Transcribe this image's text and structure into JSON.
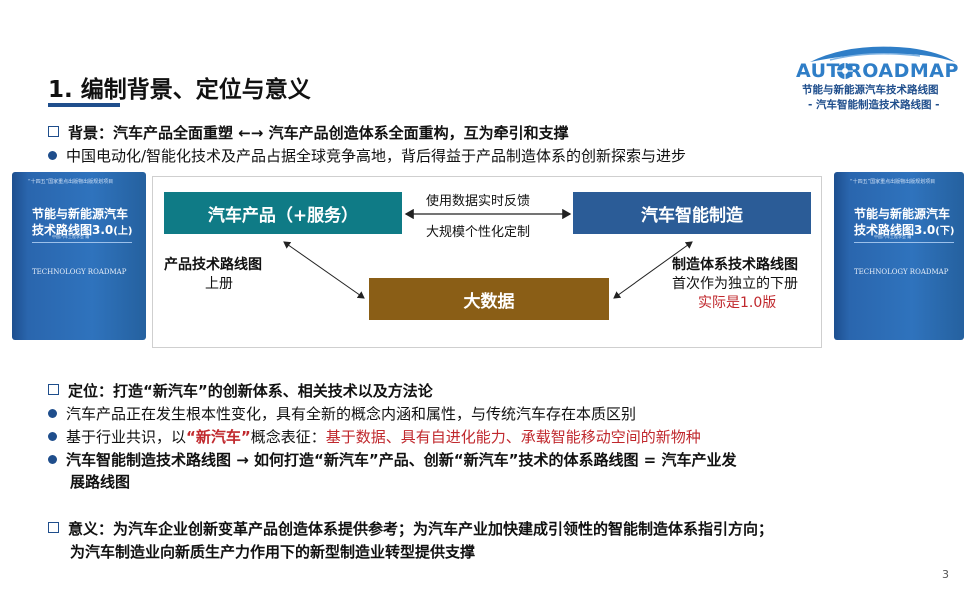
{
  "title": "1. 编制背景、定位与意义",
  "logo": {
    "main": "AUT  ROADMAP",
    "sub1": "节能与新能源汽车技术路线图",
    "sub2": "- 汽车智能制造技术路线图 -"
  },
  "background": {
    "heading": "背景：汽车产品全面重塑 ←→ 汽车产品创造体系全面重构，互为牵引和支撑",
    "bullet": "中国电动化/智能化技术及产品占据全球竞争高地，背后得益于产品制造体系的创新探索与进步"
  },
  "books": {
    "header": "“十四五”国家重点出版物出版规划项目",
    "left": {
      "line1": "节能与新能源汽车",
      "line2": "技术路线图3.0",
      "vol": "(上)",
      "en": "TECHNOLOGY ROADMAP",
      "pub": "中国汽车工程学会  编"
    },
    "right": {
      "line1": "节能与新能源汽车",
      "line2": "技术路线图3.0",
      "vol": "(下)",
      "en": "TECHNOLOGY ROADMAP",
      "pub": "中国汽车工程学会  编"
    }
  },
  "diagram": {
    "product": "汽车产品（+服务）",
    "smart": "汽车智能制造",
    "bigdata": "大数据",
    "arrow_top": "使用数据实时反馈",
    "arrow_bottom": "大规模个性化定制",
    "left_label_bold": "产品技术路线图",
    "left_label": "上册",
    "right_label_bold": "制造体系技术路线图",
    "right_label": "首次作为独立的下册",
    "right_label_red": "实际是1.0版",
    "colors": {
      "product": "#0f7b86",
      "smart": "#2b5c97",
      "bigdata": "#8a5e16"
    }
  },
  "position": {
    "heading": "定位：打造“新汽车”的创新体系、相关技术以及方法论",
    "b1": "汽车产品正在发生根本性变化，具有全新的概念内涵和属性，与传统汽车存在本质区别",
    "b2_pre": "基于行业共识，以",
    "b2_red_bold": "“新汽车”",
    "b2_mid": "概念表征：",
    "b2_red": "基于数据、具有自进化能力、承载智能移动空间的新物种",
    "b3_line1": "汽车智能制造技术路线图 → 如何打造“新汽车”产品、创新“新汽车”技术的体系路线图 = 汽车产业发",
    "b3_line2": "展路线图"
  },
  "meaning": {
    "line1": "意义：为汽车企业创新变革产品创造体系提供参考；为汽车产业加快建成引领性的智能制造体系指引方向；",
    "line2": "为汽车制造业向新质生产力作用下的新型制造业转型提供支撑"
  },
  "page_number": "3"
}
